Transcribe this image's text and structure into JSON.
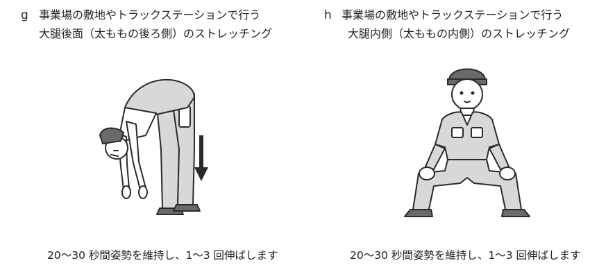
{
  "panels": [
    {
      "letter": "g",
      "title_line1": "事業場の敷地やトラックステーションで行う",
      "title_line2": "大腿後面（太ももの後ろ側）のストレッチング",
      "caption": "20～30 秒間姿勢を維持し、1～3 回伸ばします"
    },
    {
      "letter": "h",
      "title_line1": "事業場の敷地やトラックステーションで行う",
      "title_line2": "大腿内側（太ももの内側）のストレッチング",
      "caption": "20～30 秒間姿勢を維持し、1～3 回伸ばします"
    }
  ]
}
